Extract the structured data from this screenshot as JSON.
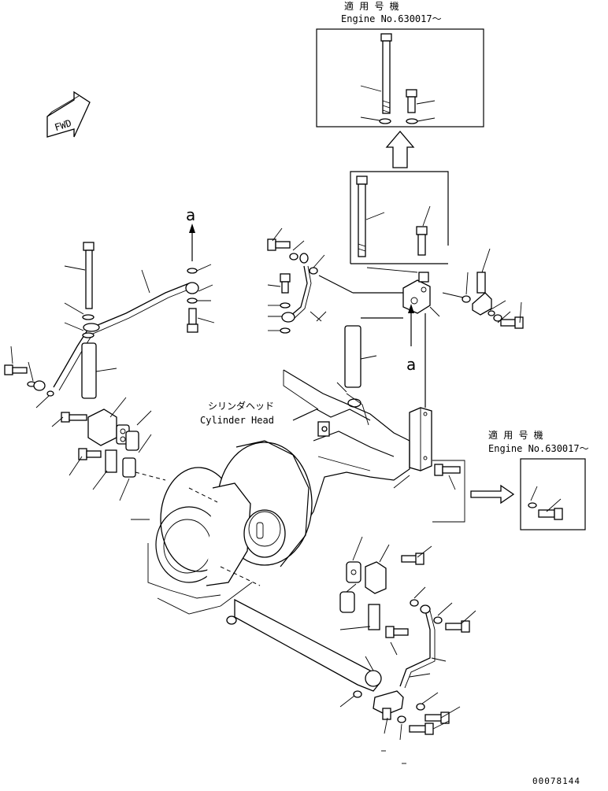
{
  "labels": {
    "applicable_jp_top": "適 用 号 機",
    "engine_no_top": "Engine No.630017～",
    "applicable_jp_right": "適 用 号 機",
    "engine_no_right": "Engine No.630017～",
    "cylinder_head_jp": "シリンダヘッド",
    "cylinder_head_en": "Cylinder Head",
    "fwd": "FWD",
    "ref_a_left": "a",
    "ref_a_center": "a",
    "drawing_number": "00078144"
  }
}
